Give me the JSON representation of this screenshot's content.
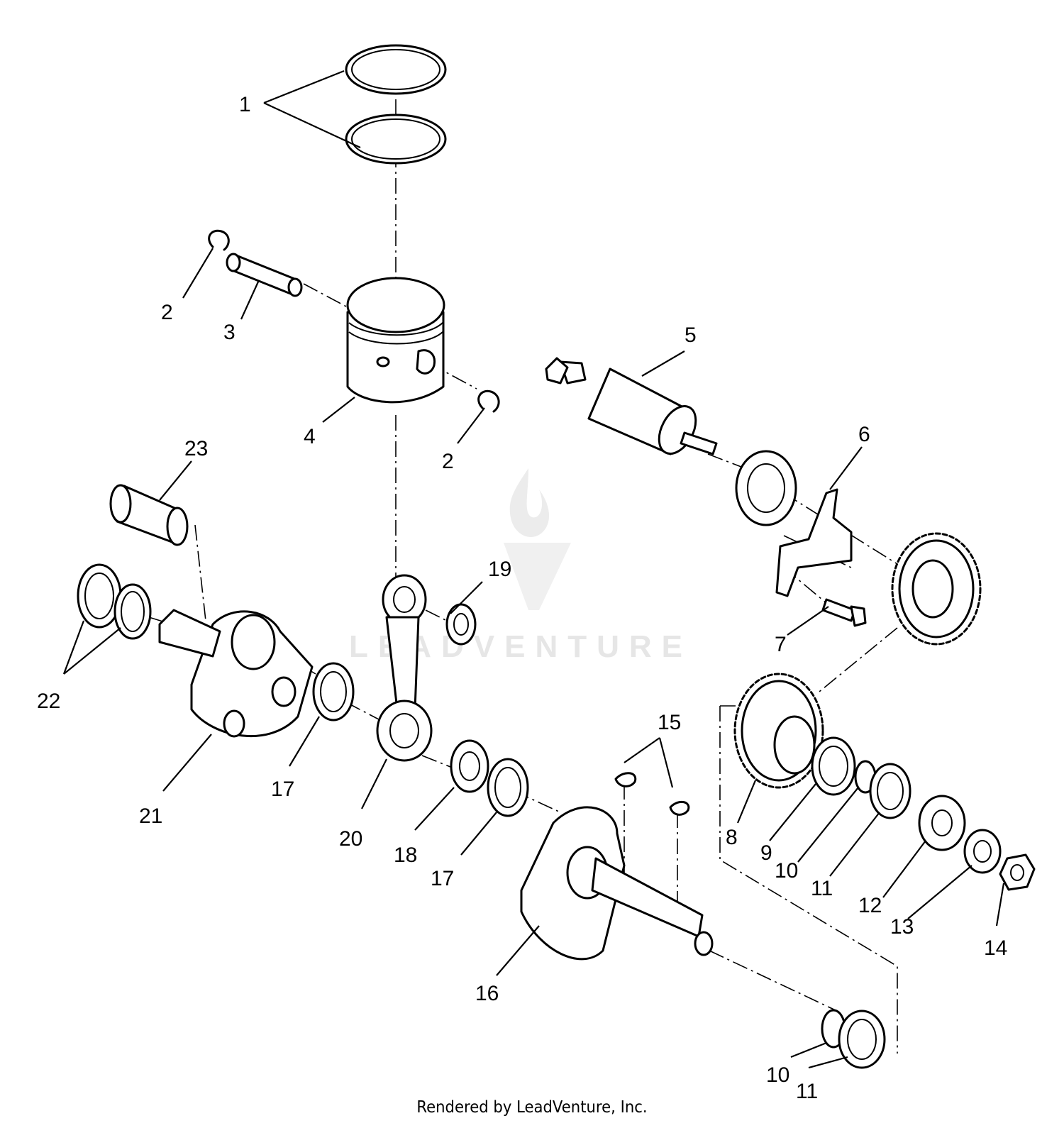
{
  "watermark": {
    "text": "LEADVENTURE"
  },
  "footer": {
    "text": "Rendered by LeadVenture, Inc."
  },
  "callouts": {
    "c1": "1",
    "c2a": "2",
    "c2b": "2",
    "c3": "3",
    "c4": "4",
    "c5": "5",
    "c6": "6",
    "c7": "7",
    "c8": "8",
    "c9": "9",
    "c10a": "10",
    "c10b": "10",
    "c11a": "11",
    "c11b": "11",
    "c12": "12",
    "c13": "13",
    "c14": "14",
    "c15": "15",
    "c16": "16",
    "c17a": "17",
    "c17b": "17",
    "c18": "18",
    "c19": "19",
    "c20": "20",
    "c21": "21",
    "c22": "22",
    "c23": "23"
  }
}
